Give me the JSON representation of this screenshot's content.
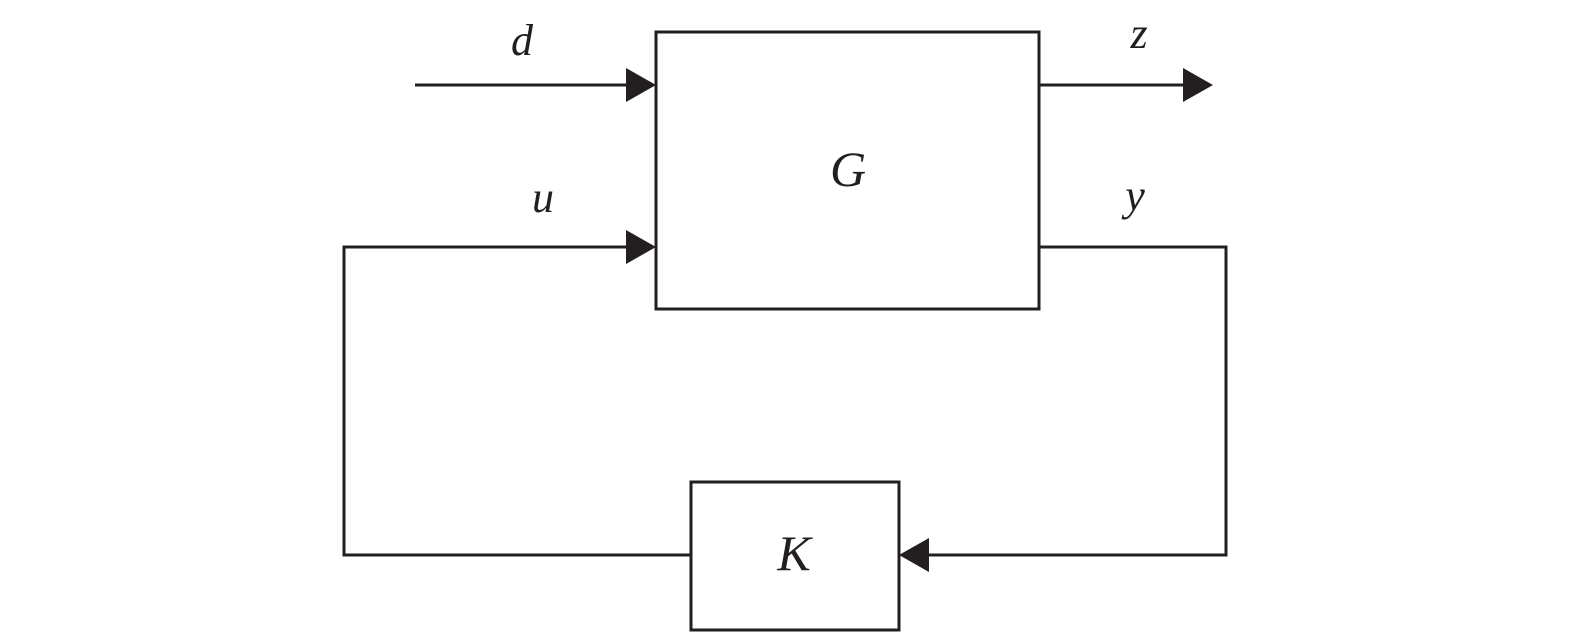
{
  "diagram": {
    "type": "feedback-control-block-diagram",
    "blocks": [
      {
        "id": "G",
        "label": "G",
        "role": "plant"
      },
      {
        "id": "K",
        "label": "K",
        "role": "controller"
      }
    ],
    "signals": [
      {
        "id": "d",
        "label": "d",
        "from": "external",
        "to": "G",
        "role": "disturbance input"
      },
      {
        "id": "u",
        "label": "u",
        "from": "K",
        "to": "G",
        "role": "control input"
      },
      {
        "id": "z",
        "label": "z",
        "from": "G",
        "to": "external",
        "role": "performance output"
      },
      {
        "id": "y",
        "label": "y",
        "from": "G",
        "to": "K",
        "role": "measured output"
      }
    ],
    "colors": {
      "stroke": "#231f20",
      "background": "#ffffff"
    }
  }
}
